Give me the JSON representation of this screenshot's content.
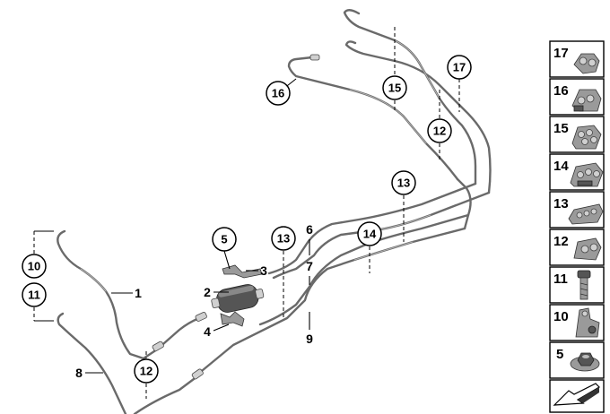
{
  "diagram": {
    "callouts": [
      "16",
      "15",
      "17",
      "12",
      "13",
      "14",
      "13",
      "5",
      "10",
      "11",
      "12"
    ],
    "labels": [
      "1",
      "2",
      "3",
      "4",
      "6",
      "7",
      "8",
      "9"
    ]
  },
  "legend": {
    "items": [
      {
        "num": "17",
        "icon": "clip-double-icon"
      },
      {
        "num": "16",
        "icon": "clip-triple-icon"
      },
      {
        "num": "15",
        "icon": "clip-quad-icon"
      },
      {
        "num": "14",
        "icon": "clip-multi-icon"
      },
      {
        "num": "13",
        "icon": "clip-row-icon"
      },
      {
        "num": "12",
        "icon": "clip-pair-icon"
      },
      {
        "num": "11",
        "icon": "bolt-icon"
      },
      {
        "num": "10",
        "icon": "bracket-clip-icon"
      },
      {
        "num": "5",
        "icon": "nut-icon"
      }
    ]
  },
  "colors": {
    "pipe": "#6a6a6a",
    "part": "#555555",
    "outline": "#000000"
  }
}
